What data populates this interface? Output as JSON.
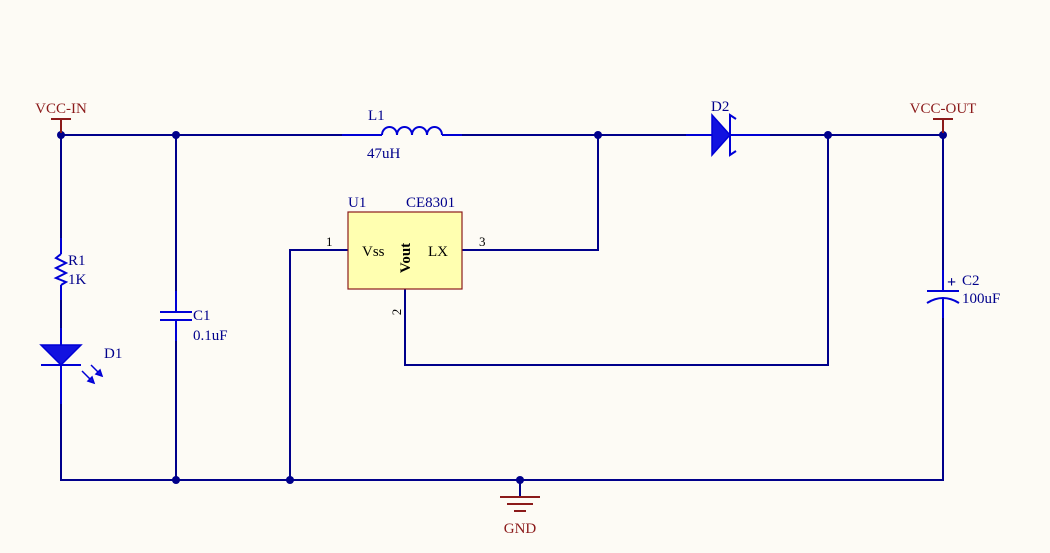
{
  "nets": {
    "vcc_in": "VCC-IN",
    "vcc_out": "VCC-OUT",
    "gnd": "GND"
  },
  "components": {
    "r1": {
      "designator": "R1",
      "value": "1K"
    },
    "d1": {
      "designator": "D1"
    },
    "c1": {
      "designator": "C1",
      "value": "0.1uF"
    },
    "l1": {
      "designator": "L1",
      "value": "47uH"
    },
    "d2": {
      "designator": "D2"
    },
    "c2": {
      "designator": "C2",
      "value": "100uF",
      "polarity_mark": "+"
    },
    "u1": {
      "designator": "U1",
      "part": "CE8301",
      "pins": [
        {
          "number": "1",
          "name": "Vss"
        },
        {
          "number": "2",
          "name": "Vout"
        },
        {
          "number": "3",
          "name": "LX"
        }
      ]
    }
  },
  "colors": {
    "background": "#FDFBF5",
    "wire": "#00008B",
    "component": "#0000D6",
    "power_port": "#8B1A1A",
    "chip_fill": "#FFFFB0"
  }
}
